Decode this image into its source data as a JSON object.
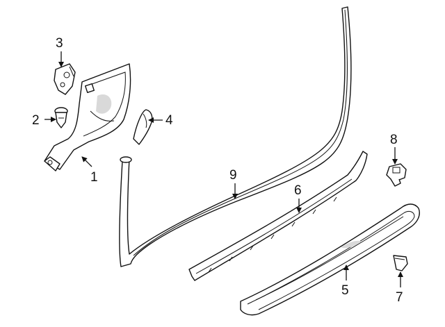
{
  "callouts": {
    "c1": "1",
    "c2": "2",
    "c3": "3",
    "c4": "4",
    "c5": "5",
    "c6": "6",
    "c7": "7",
    "c8": "8",
    "c9": "9"
  },
  "colors": {
    "line": "#111111",
    "shade": "#d9d9d9",
    "background": "#ffffff"
  }
}
